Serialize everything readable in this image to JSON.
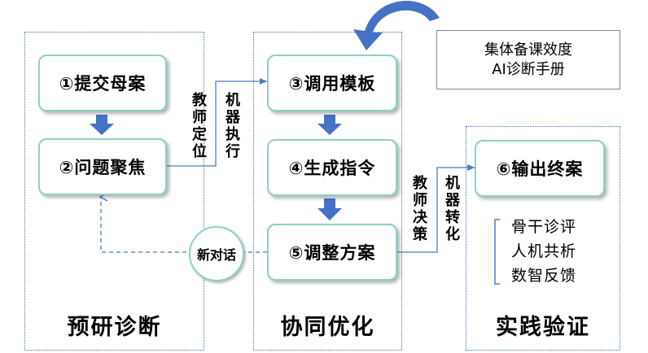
{
  "stages": [
    {
      "title": "预研诊断"
    },
    {
      "title": "协同优化"
    },
    {
      "title": "实践验证"
    }
  ],
  "steps": [
    {
      "label": "①提交母案"
    },
    {
      "label": "②问题聚焦"
    },
    {
      "label": "③调用模板"
    },
    {
      "label": "④生成指令"
    },
    {
      "label": "⑤调整方案"
    },
    {
      "label": "⑥输出终案"
    }
  ],
  "connectors": {
    "teacher_position": "教师定位",
    "machine_execute": "机器执行",
    "teacher_decision": "教师决策",
    "machine_transform": "机器转化"
  },
  "new_dialogue": "新对话",
  "manual": {
    "line1": "集体备课效度",
    "line2": "AI诊断手册"
  },
  "practice_items": [
    "骨干诊评",
    "人机共析",
    "数智反馈"
  ],
  "colors": {
    "arrow_blue": "#4472c4",
    "box_border": "#8fd0c6",
    "panel_border": "#3a6fb0",
    "line_blue": "#4a7fc1"
  }
}
